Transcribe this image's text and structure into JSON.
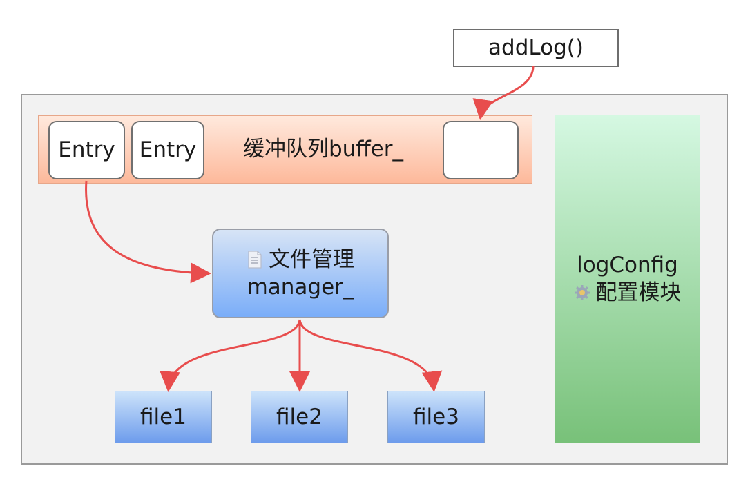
{
  "add_log": {
    "label": "addLog()"
  },
  "buffer": {
    "label": "缓冲队列buffer_",
    "entries": [
      "Entry",
      "Entry",
      ""
    ]
  },
  "manager": {
    "icon": "document-icon",
    "title": "文件管理",
    "name": "manager_"
  },
  "files": [
    "file1",
    "file2",
    "file3"
  ],
  "config": {
    "name": "logConfig",
    "icon": "gear-icon",
    "title": "配置模块"
  },
  "colors": {
    "arrow": "#e84d4d",
    "buffer": "#fdb99b",
    "manager": "#7aadf8",
    "file": "#6d9cec",
    "config": "#78c179"
  }
}
